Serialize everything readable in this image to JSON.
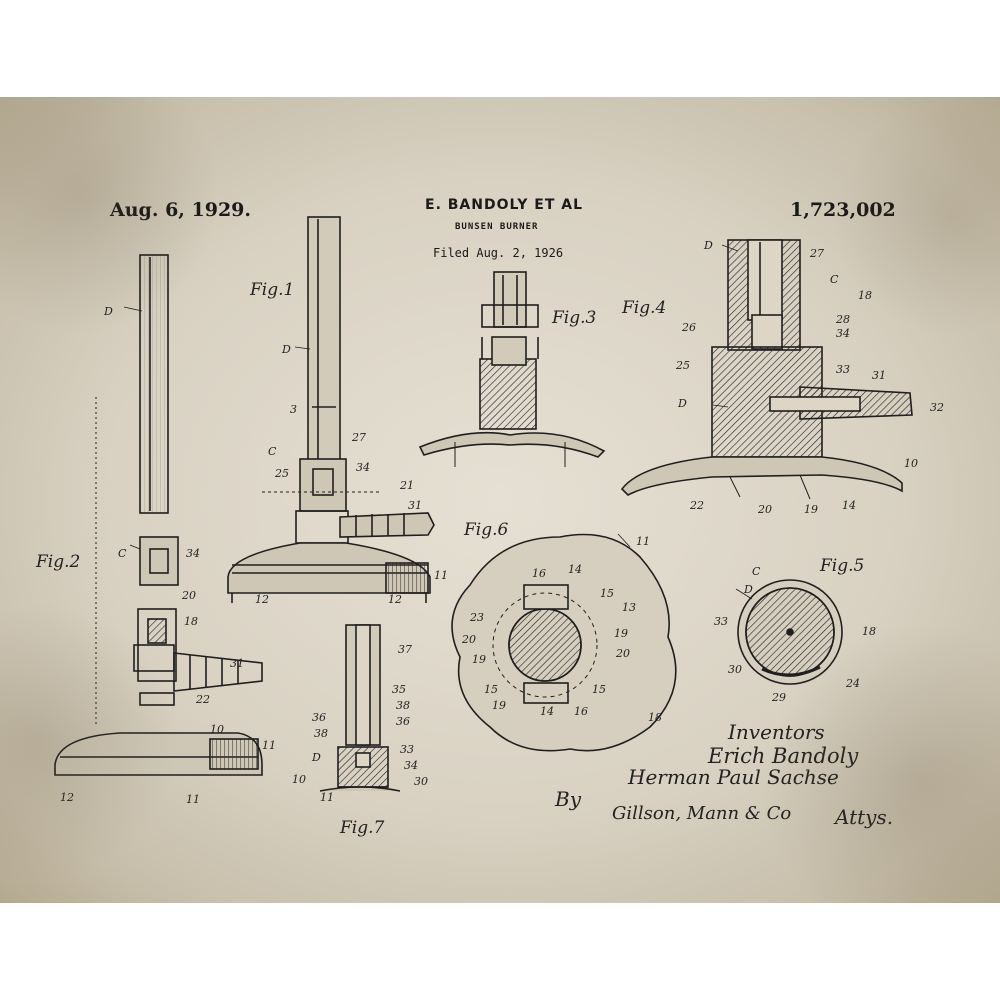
{
  "header": {
    "date": "Aug. 6, 1929.",
    "inventor": "E. BANDOLY ET AL",
    "title": "BUNSEN BURNER",
    "filed": "Filed Aug. 2, 1926",
    "patent_number": "1,723,002"
  },
  "figures": {
    "fig1": "Fig.1",
    "fig2": "Fig.2",
    "fig3": "Fig.3",
    "fig4": "Fig.4",
    "fig5": "Fig.5",
    "fig6": "Fig.6",
    "fig7": "Fig.7"
  },
  "signature": {
    "heading": "Inventors",
    "inventor_1": "Erich Bandoly",
    "inventor_2": "Herman Paul Sachse",
    "by": "By",
    "attorney": "Gillson, Mann & Co",
    "attys": "Attys."
  },
  "colors": {
    "paper": "#ddd6c7",
    "ink": "#1a1a1a"
  }
}
